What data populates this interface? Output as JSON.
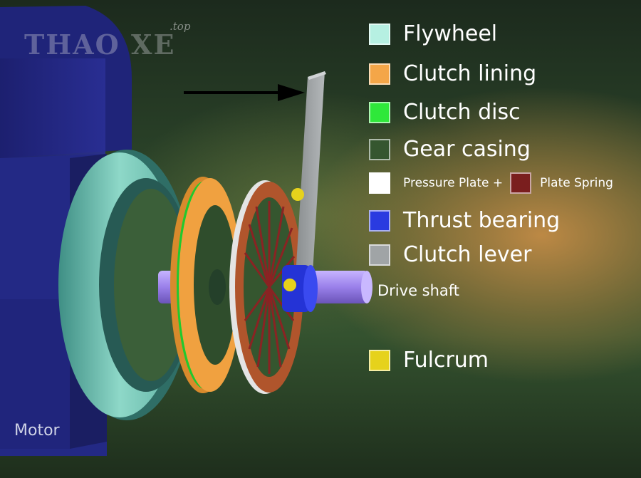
{
  "watermark": {
    "brand": "THAO XE",
    "domain": ".top"
  },
  "labels": {
    "motor": "Motor",
    "drive_shaft": "Drive shaft"
  },
  "legend": [
    {
      "label": "Flywheel",
      "color": "#b6f0e2"
    },
    {
      "label": "Clutch lining",
      "color": "#f4a648"
    },
    {
      "label": "Clutch disc",
      "color": "#2fe83a"
    },
    {
      "label": "Gear casing",
      "color": "#35562f"
    },
    {
      "label": "Pressure Plate +",
      "color": "#ffffff",
      "second_label": "Plate Spring",
      "second_color": "#7a1e1e"
    },
    {
      "label": "Thrust bearing",
      "color": "#2a3be0"
    },
    {
      "label": "Clutch lever",
      "color": "#a0a4a6"
    },
    {
      "label": "Fulcrum",
      "color": "#e6d21c"
    }
  ]
}
